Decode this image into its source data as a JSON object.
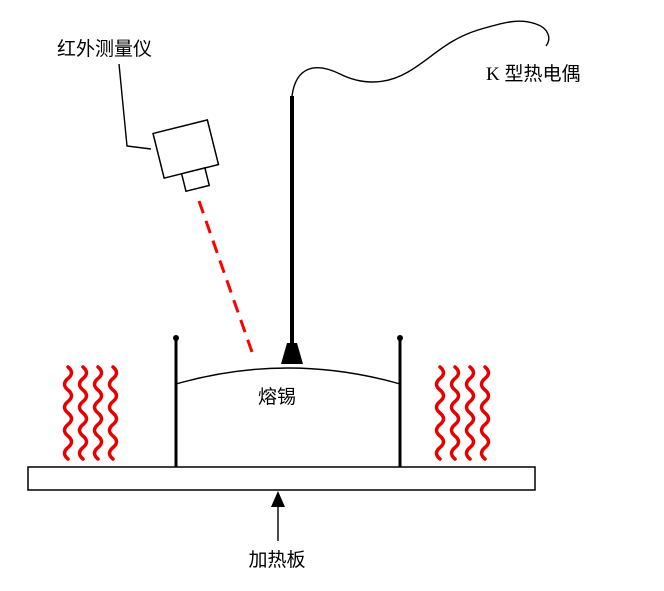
{
  "diagram": {
    "title": "solder-temperature-measurement-setup",
    "labels": {
      "infrared_meter": "红外测量仪",
      "thermocouple": "K 型热电偶",
      "molten_tin": "熔锡",
      "heating_plate": "加热板"
    },
    "colors": {
      "heat_wave": "#e60000",
      "laser": "#ff0000",
      "line": "#000000",
      "background": "#ffffff"
    }
  }
}
